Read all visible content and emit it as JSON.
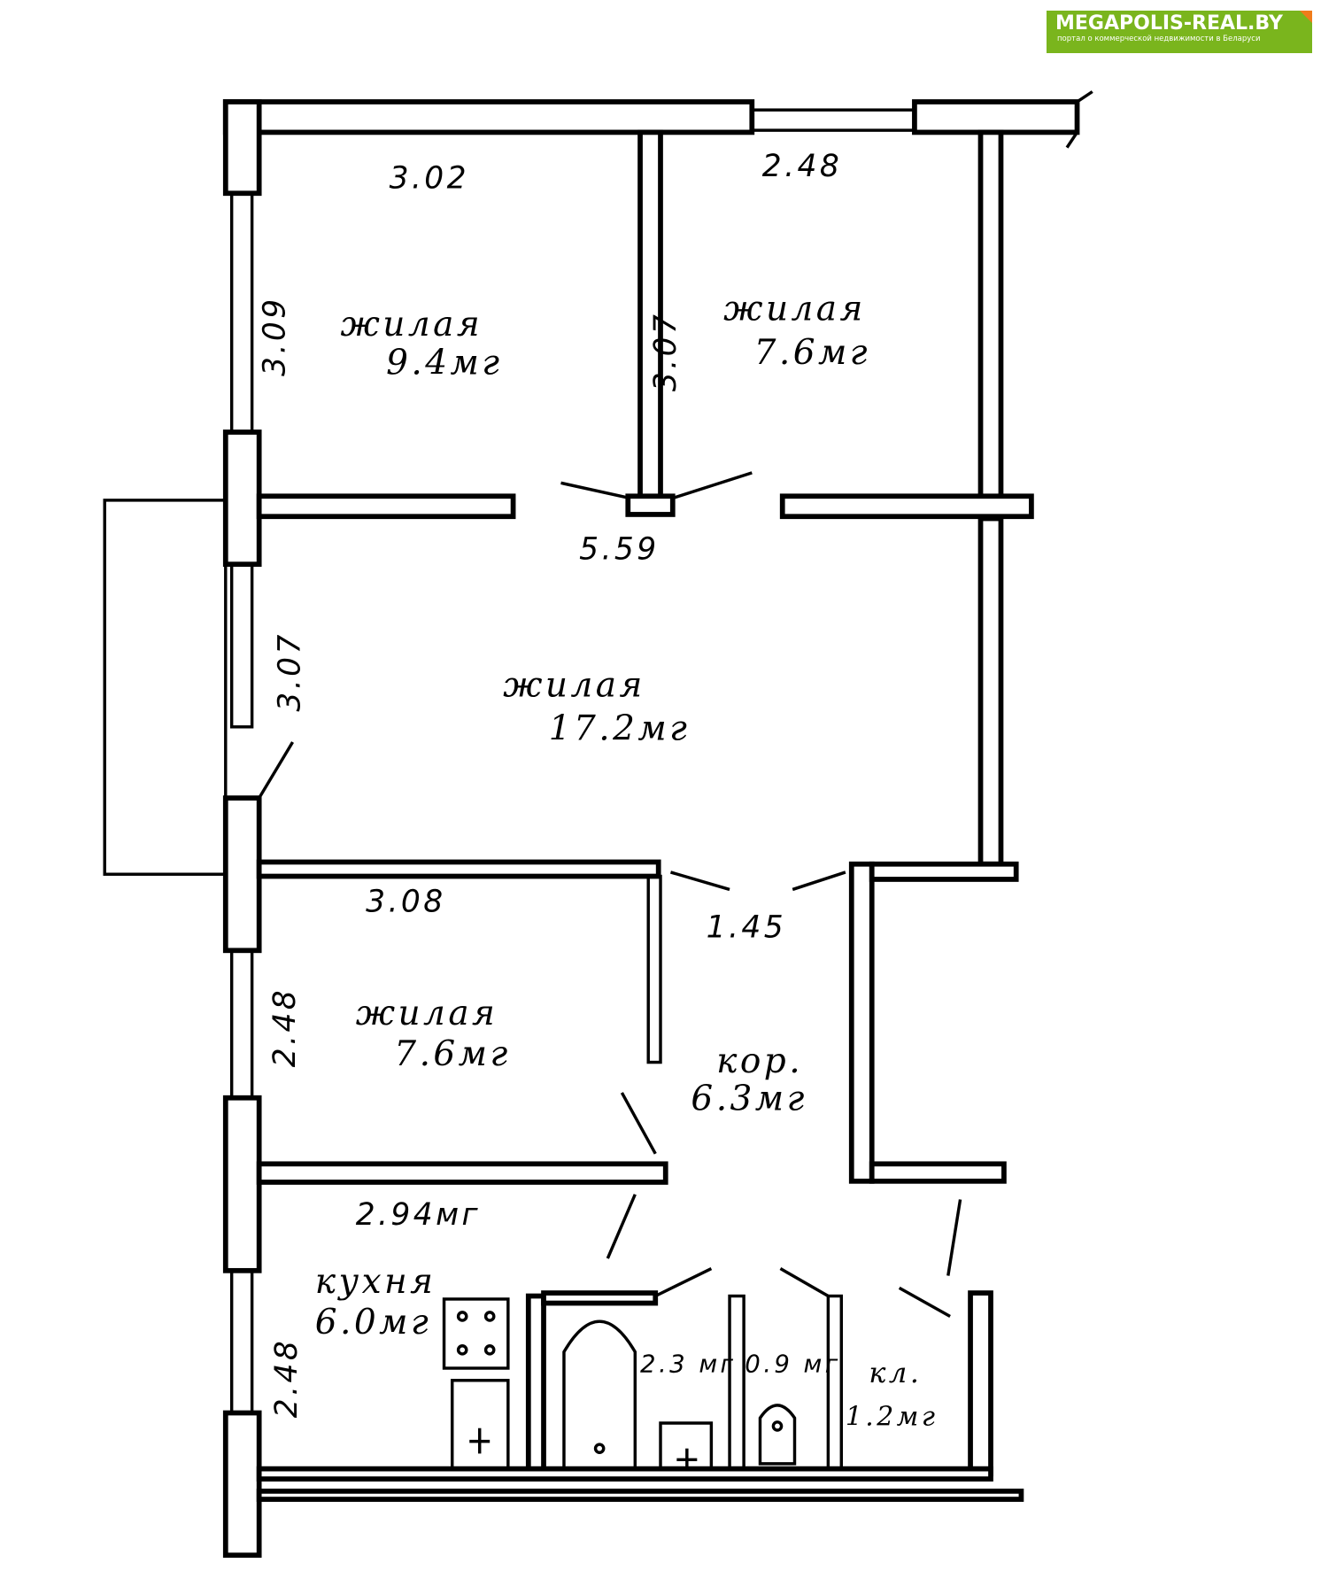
{
  "logo": {
    "title": "MEGAPOLIS-REAL.BY",
    "subtitle": "портал о коммерческой недвижимости в Беларуси",
    "color": "#7ab51d",
    "accent": "#f07c1a"
  },
  "rooms": [
    {
      "name": "жилая",
      "area": "9.4мг"
    },
    {
      "name": "жилая",
      "area": "7.6мг"
    },
    {
      "name": "жилая",
      "area": "17.2мг"
    },
    {
      "name": "жилая",
      "area": "7.6мг"
    },
    {
      "name": "кор.",
      "area": "6.3мг"
    },
    {
      "name": "кухня",
      "area": "6.0мг"
    },
    {
      "name": "",
      "area": "2.3 мг"
    },
    {
      "name": "",
      "area": "0.9 мг"
    },
    {
      "name": "кл.",
      "area": "1.2мг"
    }
  ],
  "dimensions": [
    "3.02",
    "2.48",
    "3.09",
    "3.07",
    "5.59",
    "3.07",
    "3.08",
    "1.45",
    "2.48",
    "2.94мг",
    "2.48"
  ]
}
